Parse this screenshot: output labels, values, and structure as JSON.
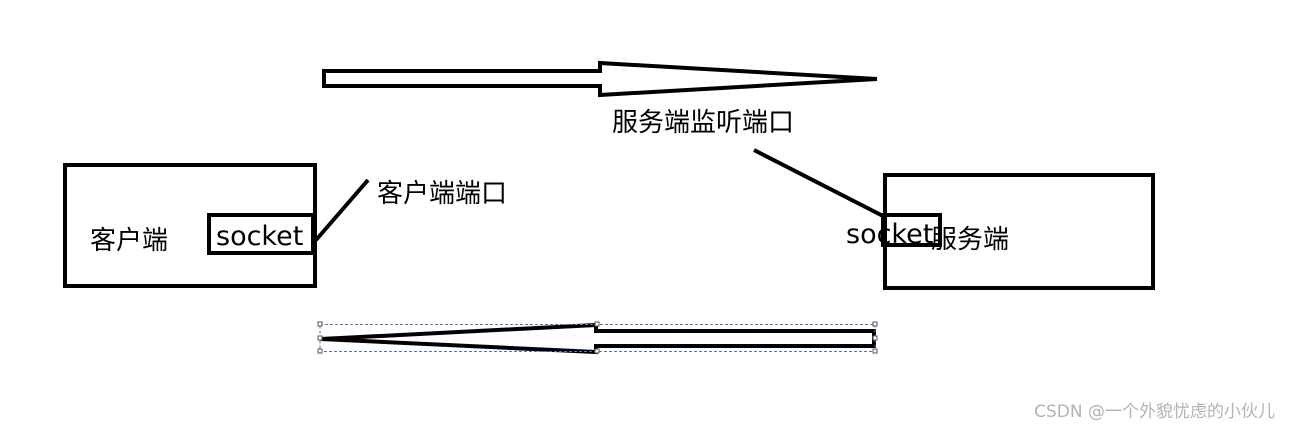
{
  "client": {
    "label": "客户端",
    "socket_label": "socket",
    "port_label": "客户端端口"
  },
  "server": {
    "label": "服务端",
    "socket_label": "socket",
    "listen_port_label": "服务端监听端口"
  },
  "colors": {
    "stroke": "#000000",
    "selection": "#4a7ab8",
    "watermark": "#b3b3b3"
  },
  "watermark": "CSDN @一个外貌忧虑的小伙儿"
}
